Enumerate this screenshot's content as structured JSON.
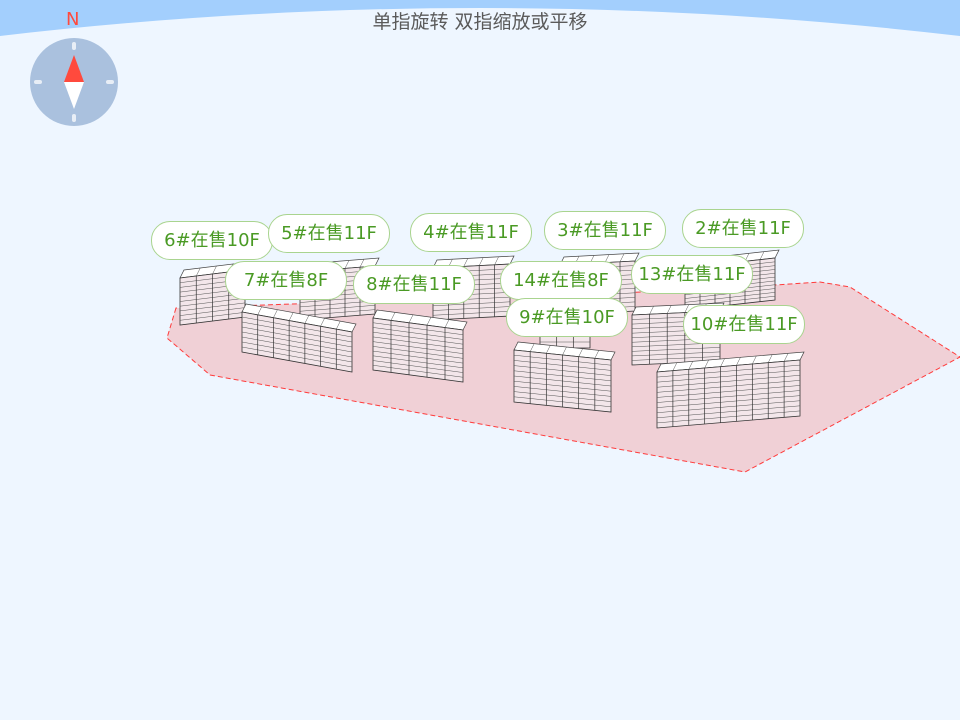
{
  "header": {
    "hint": "单指旋转 双指缩放或平移"
  },
  "compass": {
    "north_label": "N"
  },
  "colors": {
    "sky": "#a3cffd",
    "site_fill": "#f0d0d6",
    "site_border": "#ff3b3b",
    "label_text": "#4a9a24"
  },
  "buildings": [
    {
      "id": "6#",
      "label": "6#在售10F"
    },
    {
      "id": "5#",
      "label": "5#在售11F"
    },
    {
      "id": "4#",
      "label": "4#在售11F"
    },
    {
      "id": "3#",
      "label": "3#在售11F"
    },
    {
      "id": "2#",
      "label": "2#在售11F"
    },
    {
      "id": "7#",
      "label": "7#在售8F"
    },
    {
      "id": "8#",
      "label": "8#在售11F"
    },
    {
      "id": "14#",
      "label": "14#在售8F"
    },
    {
      "id": "13#",
      "label": "13#在售11F"
    },
    {
      "id": "9#",
      "label": "9#在售10F"
    },
    {
      "id": "10#",
      "label": "10#在售11F"
    }
  ]
}
